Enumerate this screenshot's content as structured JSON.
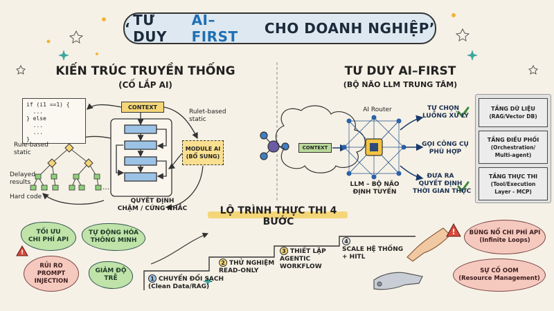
{
  "title": {
    "quote_open": "‘",
    "part1": "TƯ DUY ",
    "part2": "AI–FIRST",
    "part3": " CHO DOANH NGHIỆP",
    "quote_close": "’"
  },
  "left": {
    "heading": "KIẾN TRÚC TRUYỀN THỐNG",
    "subheading": "(CỐ LẮP AI)",
    "code_lines": "if (i1 ==1) {\n  ...\n} else\n  ...\n  ...\n}",
    "context_label": "CONTEXT",
    "rule_based_static_1": "Rulet-based\nstatic",
    "rule_based_static_2": "Rule-based\nstatic",
    "delayed_results": "Delayed\nresults",
    "hard_code": "Hard code",
    "module_ai": "MODULE AI\n(BỔ SUNG)",
    "decision_slow": "QUYẾT ĐỊNH\nCHẬM / CỨNG NHẮC"
  },
  "right": {
    "heading": "TƯ DUY AI–FIRST",
    "subheading": "(BỘ NÃO LLM TRUNG TÂM)",
    "ai_router": "AI Router",
    "context_label": "CONTEXT",
    "llm_label": "LLM – BỘ NÃO\nĐỊNH TUYẾN",
    "outputs": [
      "TỰ CHỌN\nLUỒNG XỬ LÝ",
      "GỌI CÔNG CỤ\nPHÙ HỢP",
      "ĐƯA RA\nQUYẾT ĐỊNH\nTHỜI GIAN THỰC"
    ],
    "layers": [
      {
        "title": "TẦNG DỮ LIỆU",
        "sub": "(RAG/Vector DB)"
      },
      {
        "title": "TẦNG ĐIỀU PHỐI",
        "sub": "(Orchestration/\nMulti-agent)"
      },
      {
        "title": "TẦNG THỰC THI",
        "sub": "(Tool/Execution\nLayer - MCP)"
      }
    ]
  },
  "benefits": [
    "TỐI ƯU\nCHI PHÍ API",
    "TỰ ĐỘNG HÓA\nTHÔNG MINH",
    "GIẢM ĐỘ\nTRỄ"
  ],
  "risk_left": "RỦI RO\nPROMPT\nINJECTION",
  "roadmap": {
    "title": "LỘ TRÌNH THỰC THI 4 BƯỚC",
    "steps": [
      {
        "num": "1",
        "text": "CHUYỂN ĐỔI SẠCH\n(Clean Data/RAG)"
      },
      {
        "num": "2",
        "text": "THỬ NGHIỆM\nREAD-ONLY"
      },
      {
        "num": "3",
        "text": "THIẾT LẬP\nAGENTIC\nWORKFLOW"
      },
      {
        "num": "4",
        "text": "SCALE HỆ THỐNG\n+ HITL"
      }
    ]
  },
  "risks_right": [
    {
      "title": "BÙNG NỔ CHI PHÍ API",
      "sub": "(Infinite Loops)"
    },
    {
      "title": "SỰ CỐ OOM",
      "sub": "(Resource Management)"
    }
  ],
  "colors": {
    "background": "#f6f1e6",
    "title_fill": "#dde8f0",
    "accent_blue": "#1f6fb5",
    "context_yellow": "#f4d678",
    "green_blob": "#bfe3a8",
    "risk_pink": "#f6c9bf",
    "check_green": "#3a8a3a",
    "warn_red": "#d84a3a"
  }
}
